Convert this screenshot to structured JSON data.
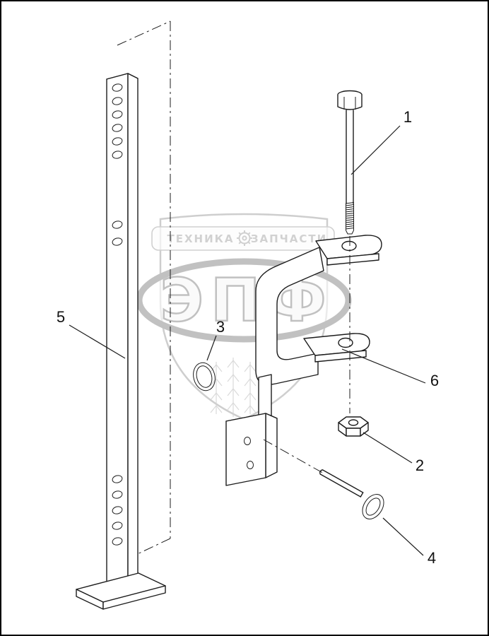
{
  "figure": {
    "callouts": [
      {
        "n": "1"
      },
      {
        "n": "2"
      },
      {
        "n": "3"
      },
      {
        "n": "4"
      },
      {
        "n": "5"
      },
      {
        "n": "6"
      }
    ],
    "watermark": {
      "banner_left": "ТЕХНИКА",
      "banner_right": "ЗАПЧАСТИ",
      "logo": "ЭПФ"
    },
    "colors": {
      "line": "#1c1c1c",
      "watermark_gray": "#a7a7a7",
      "background": "#ffffff"
    }
  }
}
